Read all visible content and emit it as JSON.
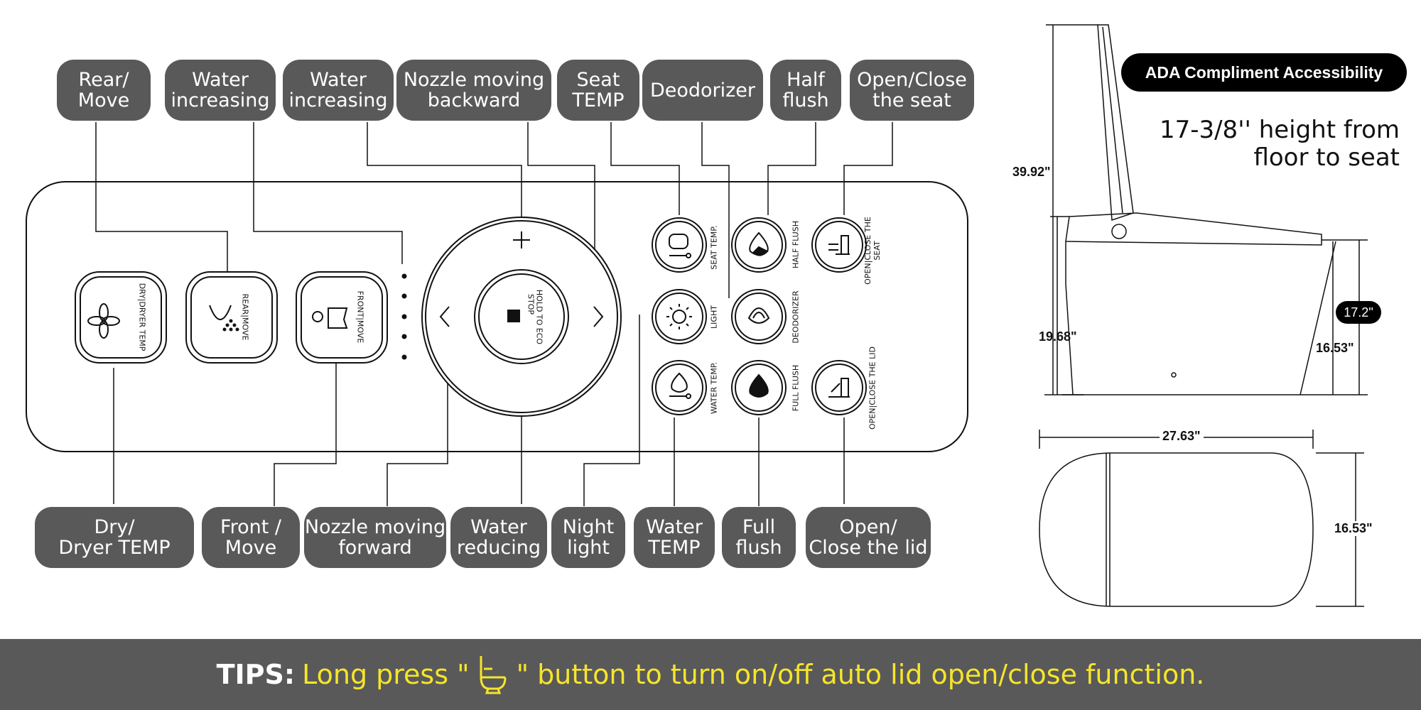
{
  "callouts_top": [
    "Rear/\nMove",
    "Water\nincreasing",
    "Water\nincreasing",
    "Nozzle moving\nbackward",
    "Seat\nTEMP",
    "Deodorizer",
    "Half\nflush",
    "Open/Close\nthe seat"
  ],
  "callouts_bottom": [
    "Dry/\nDryer TEMP",
    "Front /\nMove",
    "Nozzle moving\nforward",
    "Water\nreducing",
    "Night\nlight",
    "Water\nTEMP",
    "Full\nflush",
    "Open/\nClose the lid"
  ],
  "panel": {
    "dry_label": "DRY|DRYER TEMP",
    "rear_label": "REAR|MOVE",
    "front_label": "FRONT|MOVE",
    "stop_label": "STOP",
    "eco_label": "HOLD TO ECO",
    "plus": "+",
    "minus": "|",
    "seat_temp_label": "SEAT TEMP.",
    "light_label": "LIGHT",
    "water_temp_label": "WATER TEMP.",
    "half_flush_label": "HALF FLUSH",
    "deodorizer_label": "DEODORIZER",
    "full_flush_label": "FULL FLUSH",
    "open_seat_label": "OPEN|CLOSE THE SEAT",
    "open_lid_label": "OPEN|CLOSE THE LID"
  },
  "ada_badge": "ADA Compliment Accessibility",
  "height_text": "17-3/8'' height from\nfloor to seat",
  "dimensions": {
    "total_height": "39.92\"",
    "seat_height": "17.2\"",
    "base_height": "19.68\"",
    "bowl_height": "16.53\"",
    "length": "27.63\"",
    "width": "16.53\""
  },
  "tips": {
    "label": "TIPS:",
    "before": "Long press \"",
    "after": "\" button to turn on/off auto lid open/close function."
  },
  "colors": {
    "callout": "#595959",
    "tips_text": "#f5e52b",
    "tips_bg": "#595959"
  }
}
